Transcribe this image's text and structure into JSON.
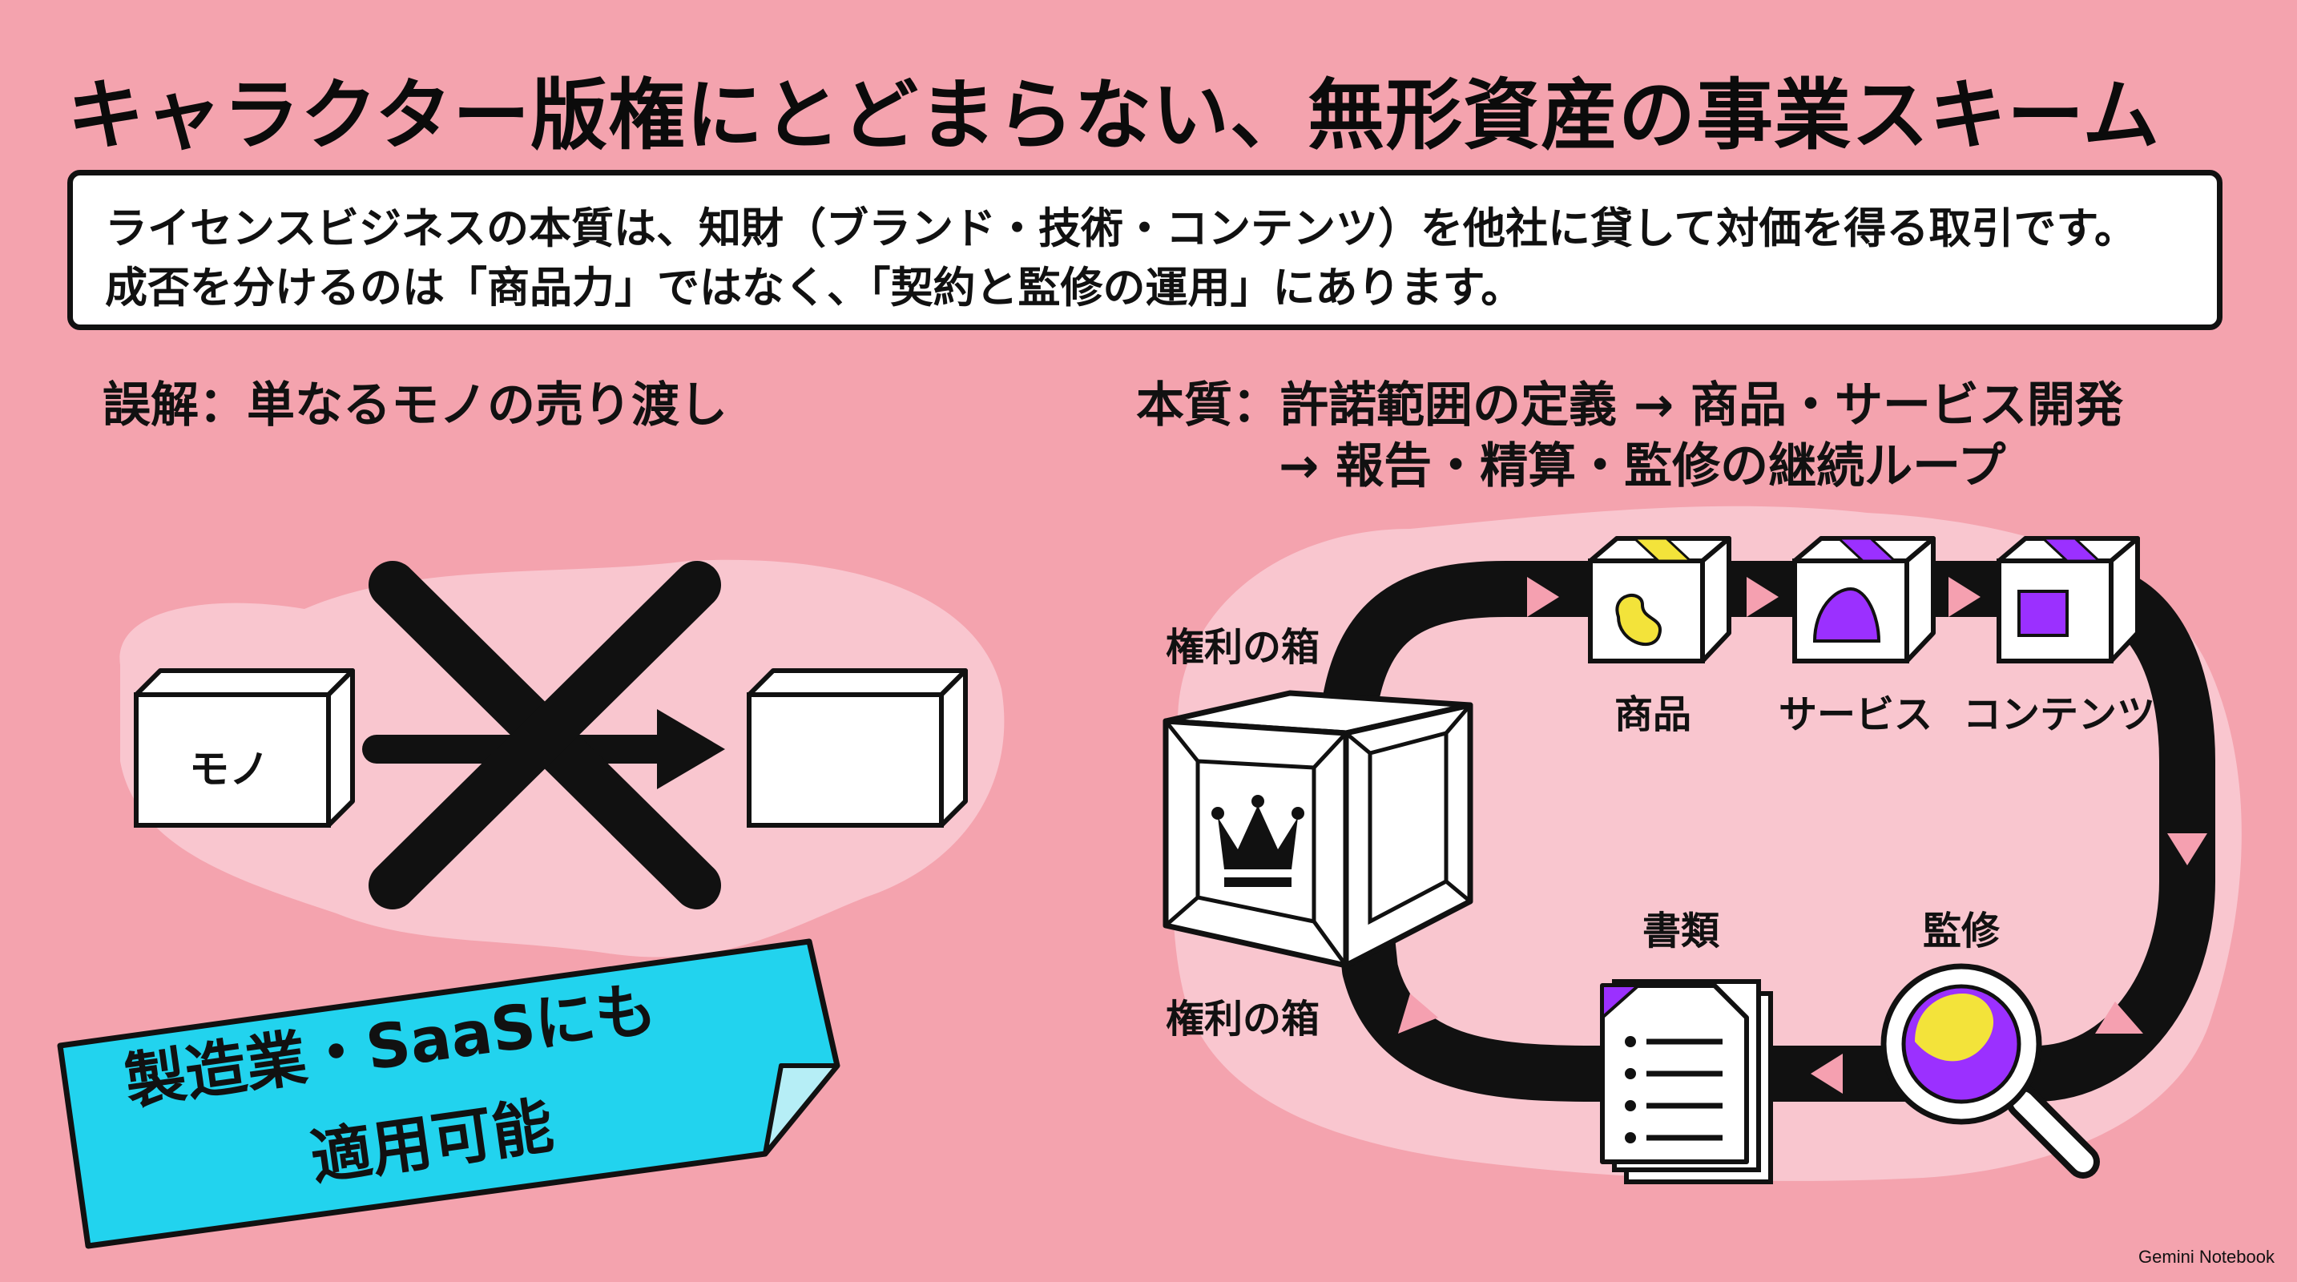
{
  "title": "キャラクター版権にとどまらない、無形資産の事業スキーム",
  "summary": {
    "line1": "ライセンスビジネスの本質は、知財（ブランド・技術・コンテンツ）を他社に貸して対価を得る取引です。",
    "line2": "成否を分けるのは「商品力」ではなく、「契約と監修の運用」にあります。"
  },
  "misconception": {
    "heading": "誤解：単なるモノの売り渡し",
    "box_label": "モノ"
  },
  "essence": {
    "heading_line1": "本質：許諾範囲の定義 → 商品・サービス開発",
    "heading_line2": "→ 報告・精算・監修の継続ループ",
    "rights_box_top_label": "権利の箱",
    "rights_box_bottom_label": "権利の箱",
    "products": [
      "商品",
      "サービス",
      "コンテンツ"
    ],
    "documents_label": "書類",
    "supervision_label": "監修"
  },
  "note": {
    "line1": "製造業・SaaSにも",
    "line2": "適用可能"
  },
  "footer": "Gemini Notebook",
  "colors": {
    "background": "#F4A3AE",
    "note_cyan": "#22D3EE",
    "accent_yellow": "#F3E33A",
    "accent_purple": "#9B30FF",
    "arrow_pink": "#F5A0B0"
  },
  "icons": [
    "crown-icon",
    "box-icon",
    "magnifier-icon",
    "document-icon",
    "cross-icon",
    "arrow-icon"
  ]
}
